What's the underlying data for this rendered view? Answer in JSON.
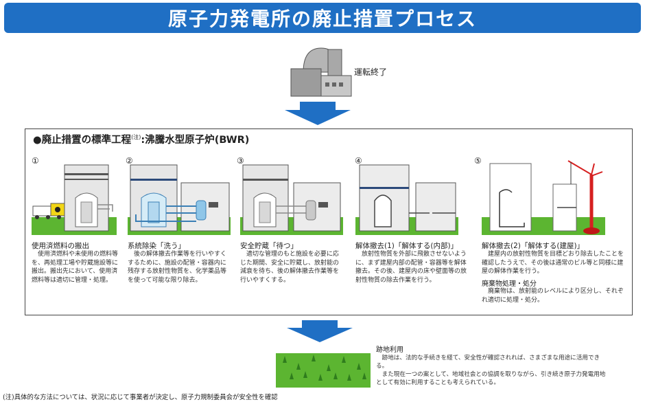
{
  "title": "原子力発電所の廃止措置プロセス",
  "operation_end_label": "運転終了",
  "box": {
    "title": "●廃止措置の標準工程",
    "title_note": "(注)",
    "title_suffix": ":沸騰水型原子炉(BWR)"
  },
  "steps": [
    {
      "num": "①",
      "title": "使用済燃料の搬出",
      "desc": "使用済燃料や未使用の燃料等を、再処理工場や貯蔵施設等に搬出。搬出先において、使用済燃料等は適切に管理・処理。"
    },
    {
      "num": "②",
      "title": "系統除染「洗う」",
      "desc": "後の解体撤去作業等を行いやすくするために、施設の配管・容器内に残存する放射性物質を、化学薬品等を使って可能な限り除去。"
    },
    {
      "num": "③",
      "title": "安全貯蔵「待つ」",
      "desc": "適切な管理のもと施設を必要に応じた期間、安全に貯蔵し、放射能の減衰を待ち、後の解体撤去作業等を行いやすくする。"
    },
    {
      "num": "④",
      "title": "解体撤去(1)「解体する(内部)」",
      "desc": "放射性物質を外部に飛散させないように、まず建屋内部の配管・容器等を解体撤去。その後、建屋内の床や壁面等の放射性物質の除去作業を行う。"
    },
    {
      "num": "⑤",
      "title": "解体撤去(2)「解体する(建屋)」",
      "desc": "建屋内の放射性物質を目標どおり除去したことを確認したうえで、その後は通常のビル等と同様に建屋の解体作業を行う。",
      "sub_title": "廃棄物処理・処分",
      "sub_desc": "廃棄物は、放射能のレベルにより区分し、それぞれ適切に処理・処分。"
    }
  ],
  "after": {
    "title": "跡地利用",
    "desc1": "跡地は、法的な手続きを経て、安全性が確認されれば、さまざまな用途に活用できる。",
    "desc2": "また現在一つの案として、地域社会との協調を取りながら、引き続き原子力発電用地として有効に利用することも考えられている。"
  },
  "note": "(注)具体的な方法については、状況に応じて事業者が決定し、原子力規制委員会が安全性を確認",
  "colors": {
    "title_bg": "#1f6fc4",
    "arrow": "#1f6fc4",
    "ground": "#5cb531",
    "building": "#e0e0e0",
    "crane": "#d62020",
    "truck_cargo": "#f2d616"
  }
}
